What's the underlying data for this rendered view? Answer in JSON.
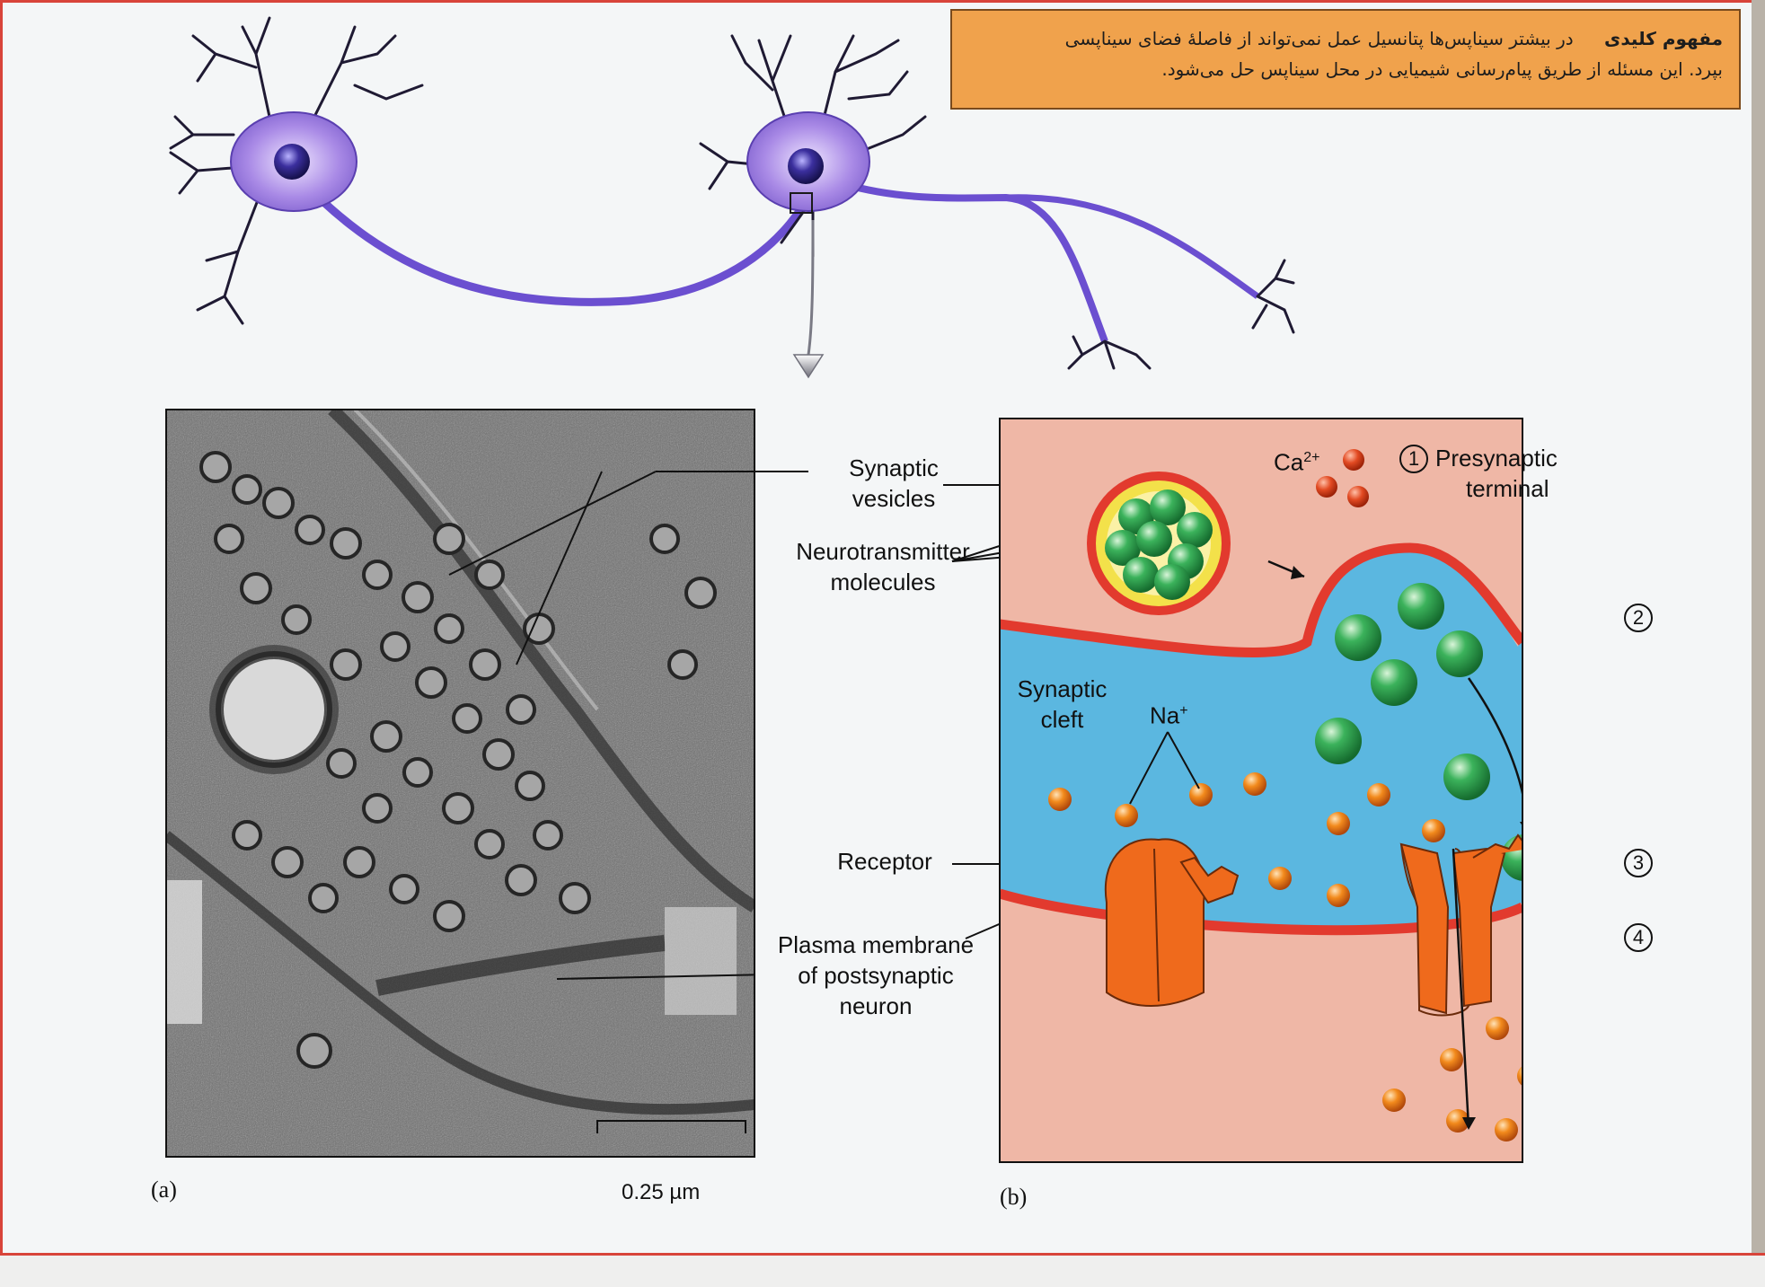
{
  "key_concept": {
    "title": "مفهوم کلیدی",
    "text_line1": "در بیشتر سیناپس‌ها پتانسیل عمل نمی‌تواند از فاصلهٔ فضای سیناپسی",
    "text_line2": "بپرد. این مسئله از طریق پیام‌رسانی شیمیایی در محل سیناپس حل می‌شود."
  },
  "panel_a": {
    "tag": "(a)",
    "scale_bar": "0.25 µm"
  },
  "panel_b": {
    "tag": "(b)"
  },
  "labels": {
    "synaptic_vesicles_1": "Synaptic",
    "synaptic_vesicles_2": "vesicles",
    "neurotransmitter_1": "Neurotransmitter",
    "neurotransmitter_2": "molecules",
    "receptor": "Receptor",
    "plasma_1": "Plasma membrane",
    "plasma_2": "of postsynaptic",
    "plasma_3": "neuron",
    "ca": "Ca",
    "ca_sup": "2+",
    "presynaptic_1": "Presynaptic",
    "presynaptic_2": "terminal",
    "synaptic_cleft_1": "Synaptic",
    "synaptic_cleft_2": "cleft",
    "na": "Na",
    "na_sup": "+"
  },
  "steps": [
    "1",
    "2",
    "3",
    "4"
  ],
  "colors": {
    "neuron": "#8e6fd8",
    "terminal": "#efb7a6",
    "cleft": "#5bb7e0",
    "membrane": "#e23a2e",
    "vesicle_fill": "#f3e14a",
    "neurotransmitter": "#2f9a4a",
    "ion": "#f08a1e",
    "receptor": "#ef6a1c",
    "key_box": "#f0a24c",
    "border": "#d8443a"
  }
}
